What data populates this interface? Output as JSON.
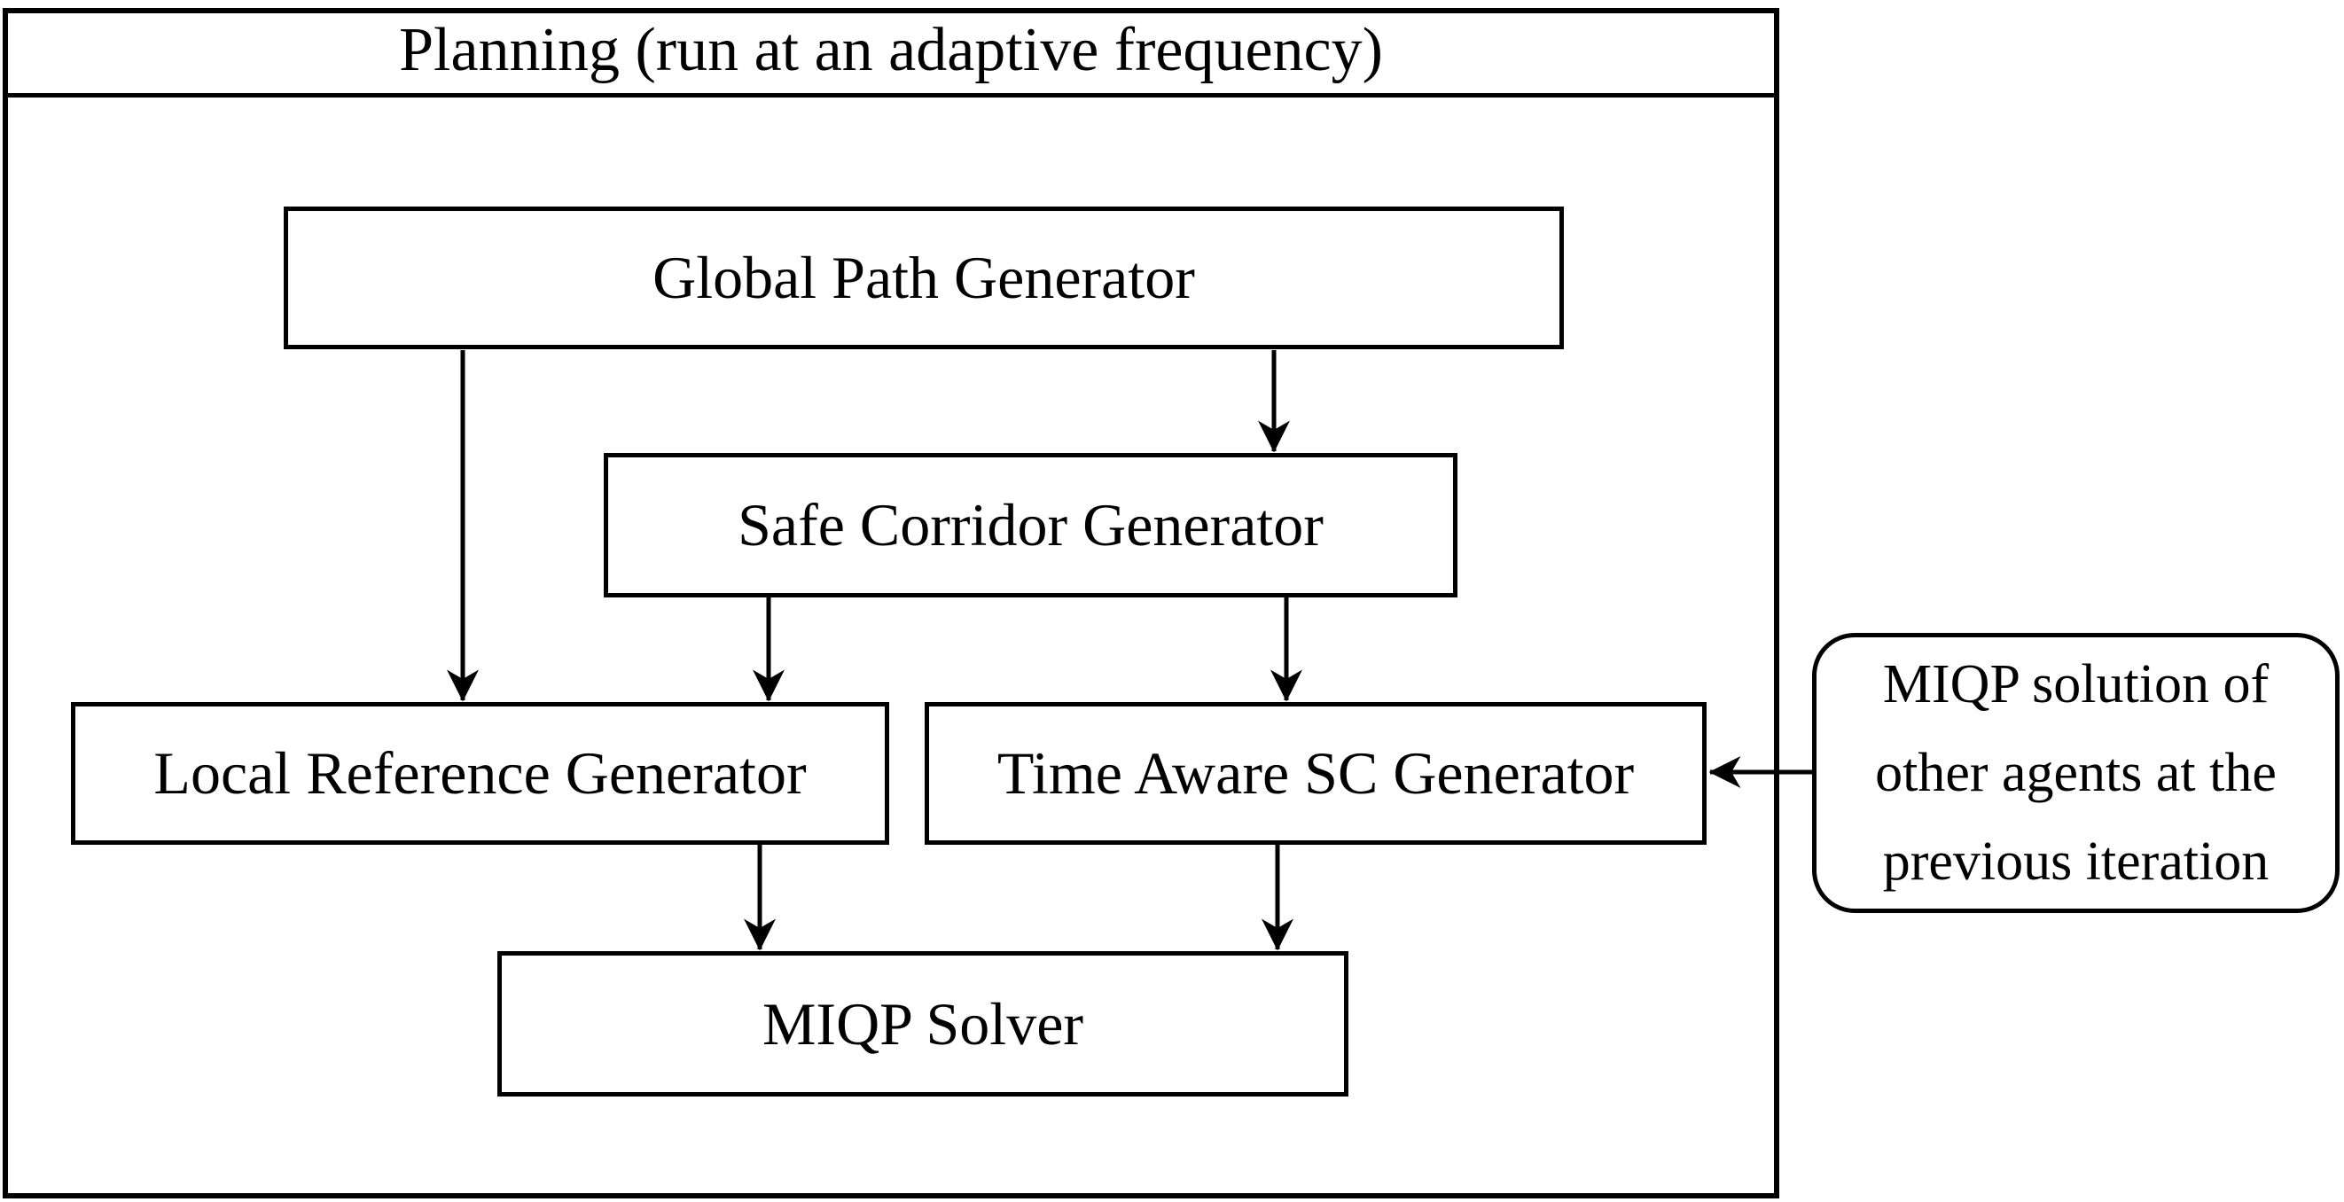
{
  "colors": {
    "line": "#000000",
    "background": "#ffffff",
    "text": "#000000"
  },
  "diagram": {
    "title": "Planning (run at an adaptive frequency)",
    "nodes": {
      "global_path_generator": {
        "label": "Global Path Generator"
      },
      "safe_corridor_generator": {
        "label": "Safe Corridor Generator"
      },
      "local_reference_generator": {
        "label": "Local Reference Generator"
      },
      "time_aware_sc_generator": {
        "label": "Time Aware SC Generator"
      },
      "miqp_solver": {
        "label": "MIQP Solver"
      }
    },
    "annotation": {
      "lines": [
        "MIQP solution of",
        "other agents at the",
        "previous iteration"
      ]
    },
    "edges": [
      {
        "from": "global_path_generator",
        "to": "local_reference_generator"
      },
      {
        "from": "global_path_generator",
        "to": "safe_corridor_generator"
      },
      {
        "from": "safe_corridor_generator",
        "to": "local_reference_generator"
      },
      {
        "from": "safe_corridor_generator",
        "to": "time_aware_sc_generator"
      },
      {
        "from": "local_reference_generator",
        "to": "miqp_solver"
      },
      {
        "from": "time_aware_sc_generator",
        "to": "miqp_solver"
      },
      {
        "from": "annotation",
        "to": "time_aware_sc_generator"
      }
    ]
  }
}
